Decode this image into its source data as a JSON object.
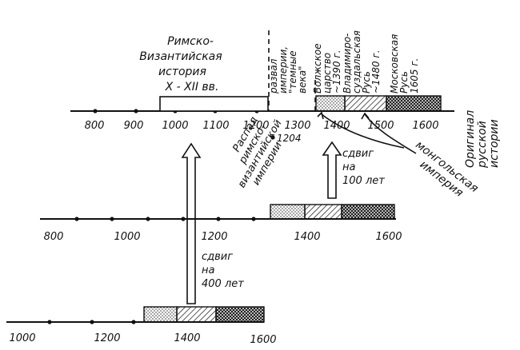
{
  "axes": {
    "top": {
      "ticks": [
        "800",
        "900",
        "1000",
        "1100",
        "1200",
        "1300",
        "1400",
        "1500",
        "1600"
      ]
    },
    "middle": {
      "ticks": [
        "800",
        "1000",
        "1200",
        "1400",
        "1600"
      ]
    },
    "bottom": {
      "ticks": [
        "1000",
        "1200",
        "1400",
        "1600"
      ]
    }
  },
  "labels": {
    "roman_byz": [
      "Римско-",
      "Византийская",
      "история",
      "X - XII вв."
    ],
    "collapse_empire": [
      "развал",
      "империи,",
      "\"темные",
      "века\""
    ],
    "volga": [
      "Волжское",
      "царство"
    ],
    "year_1390": "~1390 г.",
    "vladimir": [
      "Владимиро-",
      "суздальская",
      "Русь"
    ],
    "year_1480": "~1480 г.",
    "moscow": [
      "Московская",
      "Русь"
    ],
    "year_1605": "1605 г.",
    "original": [
      "Оригинал",
      "русской",
      "истории"
    ],
    "year_1204": "1204",
    "fall_roman": [
      "Распад",
      "римско-",
      "византийской",
      "империи"
    ],
    "mongol": [
      "монгольская",
      "империя"
    ],
    "shift_100": [
      "сдвиг",
      "на",
      "100 лет"
    ],
    "shift_400": [
      "сдвиг",
      "на",
      "400 лет"
    ]
  }
}
